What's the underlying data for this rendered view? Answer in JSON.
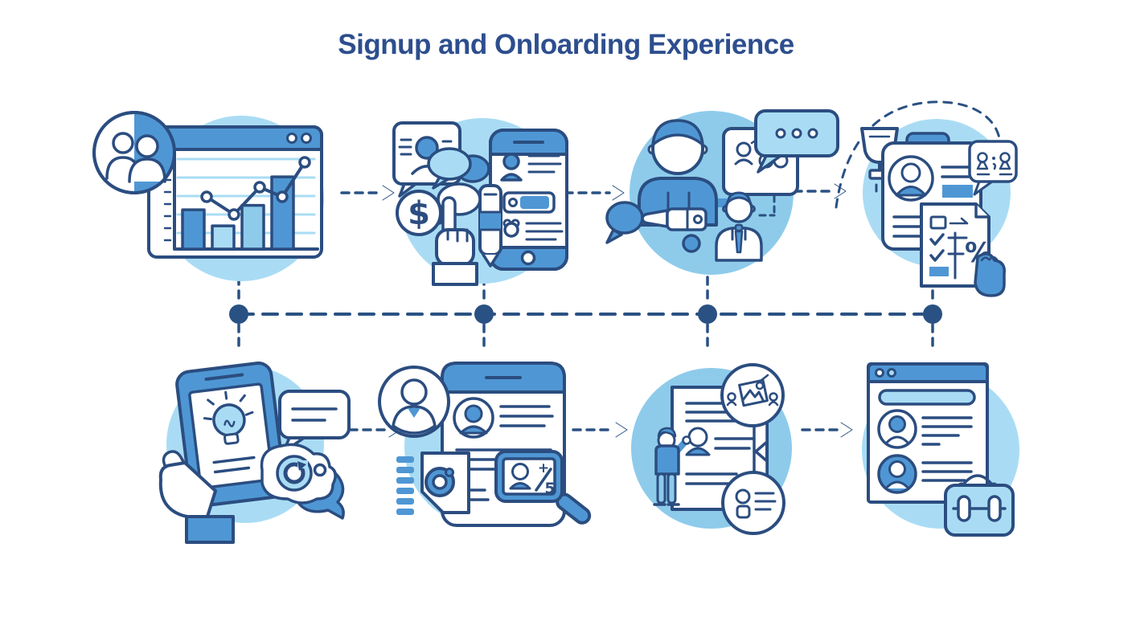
{
  "title": "Signup and Onloarding Experience",
  "colors": {
    "title": "#2d4e8e",
    "outline": "#2b4d80",
    "blue": "#4f97d4",
    "light": "#a9dcf4",
    "mid": "#8ecbeb",
    "dot": "#2a5183",
    "background": "#ffffff"
  },
  "timeline": {
    "dot_count": 4,
    "style": "dashed"
  },
  "steps": [
    {
      "name": "analytics-growth-chart",
      "icons": [
        "team-avatars-icon",
        "browser-window-icon",
        "bar-chart-icon",
        "line-graph-icon"
      ],
      "chart": {
        "type": "bar+line",
        "bar_values": [
          44,
          26,
          49,
          81
        ],
        "line_values": [
          50,
          33,
          59,
          50,
          83
        ],
        "ylim": [
          0,
          100
        ]
      }
    },
    {
      "name": "payment-profile-phone",
      "icons": [
        "profile-card-icon",
        "chat-bubbles-icon",
        "dollar-coin-icon",
        "pointing-hand-icon",
        "pen-icon",
        "smartphone-icon",
        "toggle-icon",
        "paw-icon"
      ],
      "dollar_glyph": "$"
    },
    {
      "name": "mentor-conversation",
      "icons": [
        "mentor-icon",
        "speech-bubble-icon",
        "checkmark-icon",
        "team-card-icon",
        "typing-dots-bubble-icon",
        "candidate-icon"
      ]
    },
    {
      "name": "achievement-review",
      "icons": [
        "trophy-icon",
        "resume-clipboard-icon",
        "community-bubble-icon",
        "checklist-document-icon",
        "percent-icon",
        "thumb-icon"
      ],
      "percent_glyph": "%"
    },
    {
      "name": "idea-feedback-tablet",
      "icons": [
        "holding-hand-icon",
        "tablet-icon",
        "lightbulb-icon",
        "message-bubble-icon",
        "refresh-icon"
      ]
    },
    {
      "name": "profile-rating-review",
      "icons": [
        "person-circle-icon",
        "profile-document-icon",
        "camera-bubble-icon",
        "rating-magnifier-icon"
      ],
      "rating": {
        "plus": "+",
        "max": "5"
      }
    },
    {
      "name": "candidate-presentation",
      "icons": [
        "presenter-icon",
        "document-icon",
        "media-circle-icon",
        "contact-circle-icon"
      ]
    },
    {
      "name": "job-search-results",
      "icons": [
        "browser-window-icon",
        "search-bar-icon",
        "candidate-list-icon",
        "briefcase-icon"
      ]
    }
  ]
}
